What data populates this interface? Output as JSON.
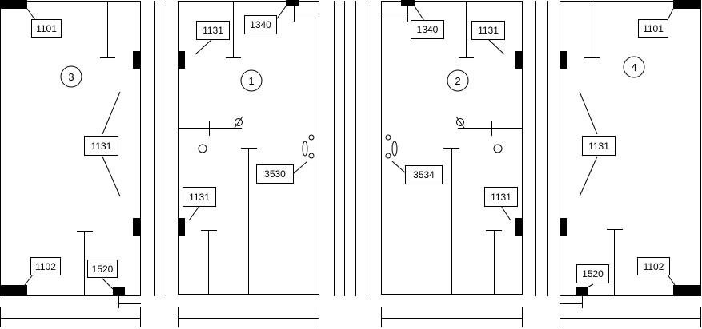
{
  "panels": [
    {
      "number": "3",
      "labels": {
        "top_left_code": "1101",
        "bottom_left_code": "1102",
        "side_code": "1131",
        "bottom_right_code": "1520"
      }
    },
    {
      "number": "1",
      "labels": {
        "top_left_code": "1131",
        "top_right_code": "1340",
        "mid_right_code": "3530",
        "lower_left_code": "1131"
      }
    },
    {
      "number": "2",
      "labels": {
        "top_left_code": "1340",
        "top_right_code": "1131",
        "mid_left_code": "3534",
        "lower_right_code": "1131"
      }
    },
    {
      "number": "4",
      "labels": {
        "top_right_code": "1101",
        "side_code": "1131",
        "bottom_left_code": "1520",
        "bottom_right_code": "1102"
      }
    }
  ]
}
